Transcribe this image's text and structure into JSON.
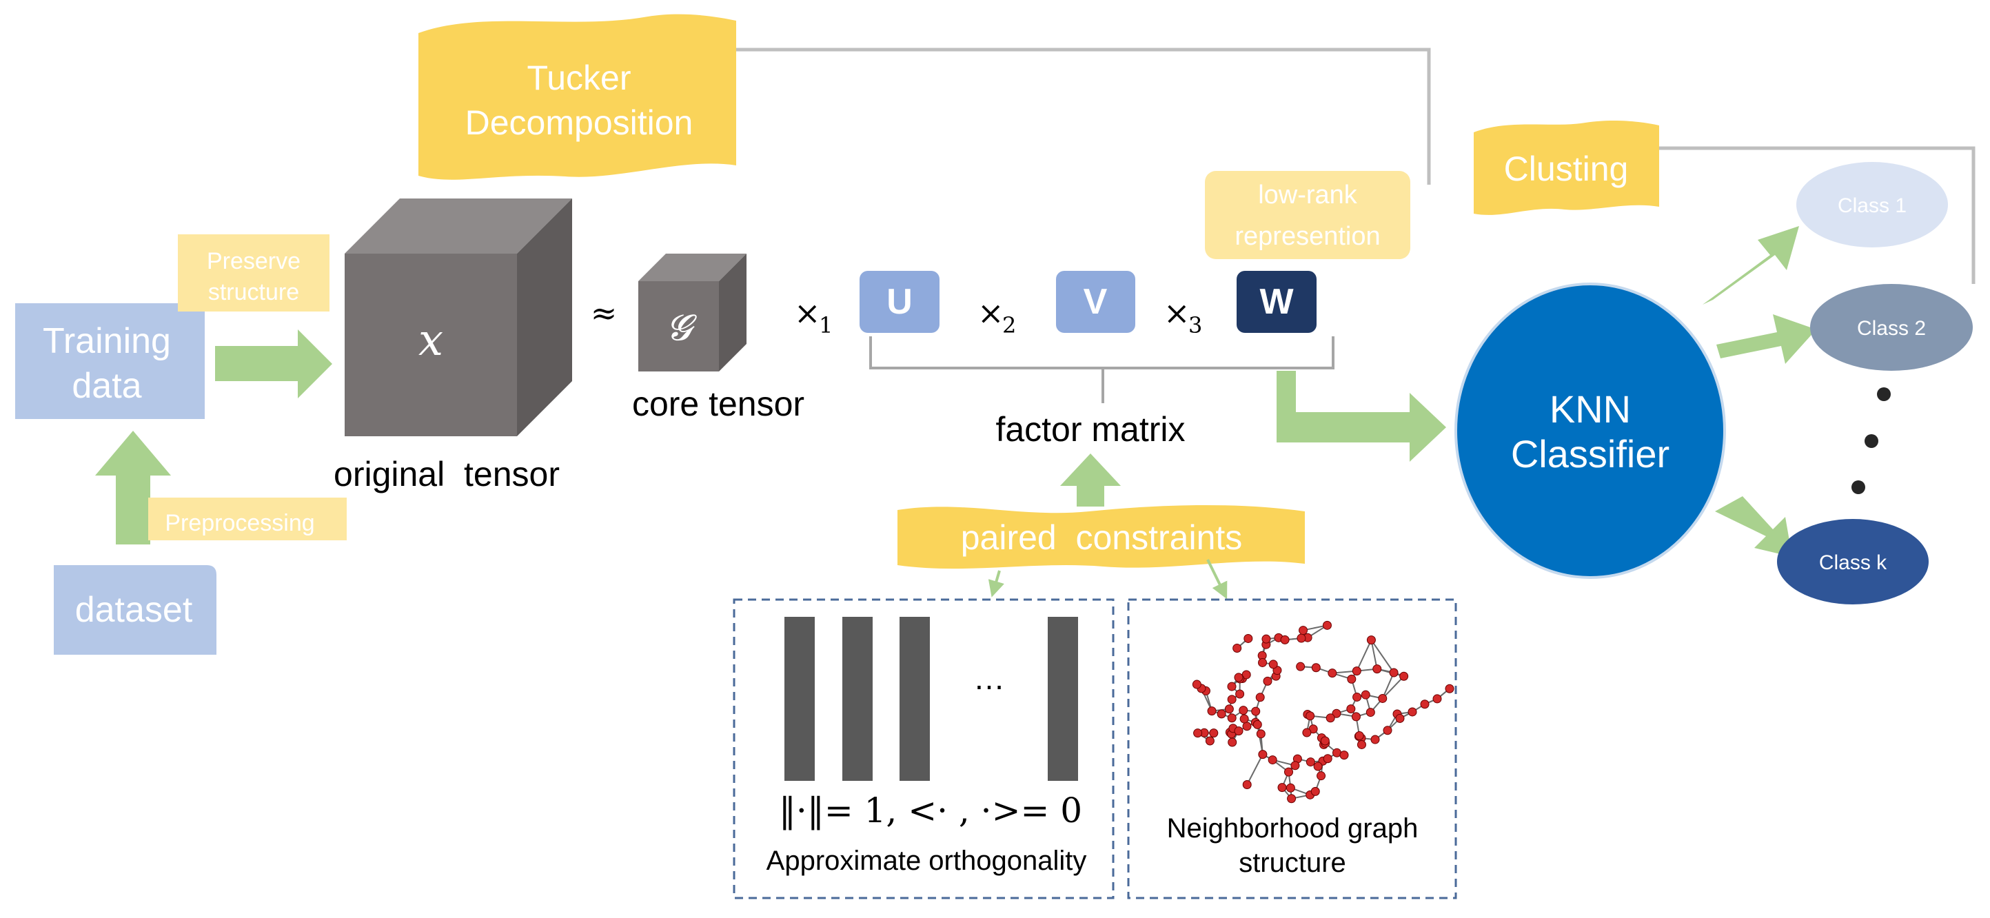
{
  "tucker": {
    "line1": "Tucker",
    "line2": "Decomposition"
  },
  "training": {
    "line1": "Training",
    "line2": "data"
  },
  "preserve": {
    "line1": "Preserve",
    "line2": "structure"
  },
  "dataset": "dataset",
  "preprocessing": "Preprocessing",
  "original_tensor": {
    "symbol": "𝑥",
    "label": "original  tensor"
  },
  "approx_symbol": "≈",
  "core_tensor": {
    "symbol": "𝓖",
    "label": "core tensor"
  },
  "modes": [
    {
      "op": "×",
      "sub": "1"
    },
    {
      "op": "×",
      "sub": "2"
    },
    {
      "op": "×",
      "sub": "3"
    }
  ],
  "factors": {
    "u": "U",
    "v": "V",
    "w": "W"
  },
  "low_rank": {
    "line1": "low-rank",
    "line2": "represention"
  },
  "factor_matrix": "factor matrix",
  "paired_constraints": "paired  constraints",
  "orthogonality": {
    "ellipsis": "…",
    "formula": "‖·‖= 1, <· , ·>= 0",
    "caption": "Approximate orthogonality"
  },
  "neighborhood": {
    "line1": "Neighborhood graph",
    "line2": "structure"
  },
  "clusting": "Clusting",
  "knn": {
    "line1": "KNN",
    "line2": "Classifier"
  },
  "classes": {
    "c1": "Class 1",
    "c2": "Class 2",
    "ck": "Class k"
  },
  "colors": {
    "yellow": "#fad45a",
    "yellow_light": "#fde7a0",
    "blue_light": "#b4c7e7",
    "factor_blue": "#8faadc",
    "navy": "#1f3864",
    "knn_blue": "#0070c0",
    "green": "#a9d18e",
    "cube_gray": "#767171",
    "class1": "#dae3f3",
    "class2": "#8497b0",
    "classk": "#2f5597"
  }
}
